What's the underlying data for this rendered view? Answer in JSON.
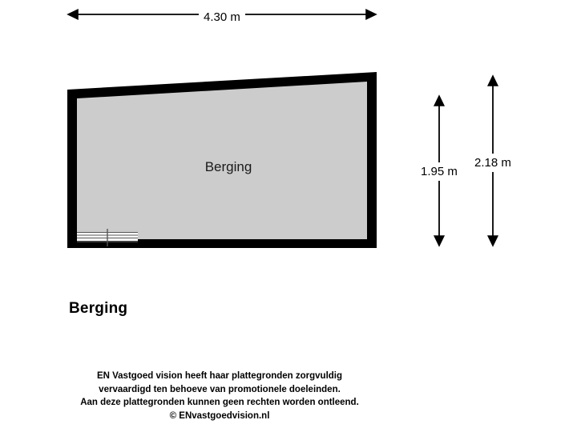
{
  "plan": {
    "room_label": "Berging",
    "title": "Berging",
    "colors": {
      "background": "#ffffff",
      "wall": "#000000",
      "floor_fill": "#cccccc",
      "text": "#000000"
    }
  },
  "dimensions": {
    "top": {
      "value": "4.30 m",
      "orientation": "horizontal",
      "icon": "double-arrow-horizontal-icon"
    },
    "right_inner": {
      "value": "1.95 m",
      "orientation": "vertical",
      "icon": "double-arrow-vertical-icon"
    },
    "right_outer": {
      "value": "2.18 m",
      "orientation": "vertical",
      "icon": "double-arrow-vertical-icon"
    }
  },
  "openings": {
    "door": {
      "name": "sliding-door-symbol",
      "position": "bottom-left-wall"
    }
  },
  "footer": {
    "line1": "EN Vastgoed vision heeft haar plattegronden zorgvuldig",
    "line2": "vervaardigd ten behoeve van promotionele doeleinden.",
    "line3": "Aan deze plattegronden kunnen geen rechten worden ontleend.",
    "line4": "© ENvastgoedvision.nl"
  }
}
